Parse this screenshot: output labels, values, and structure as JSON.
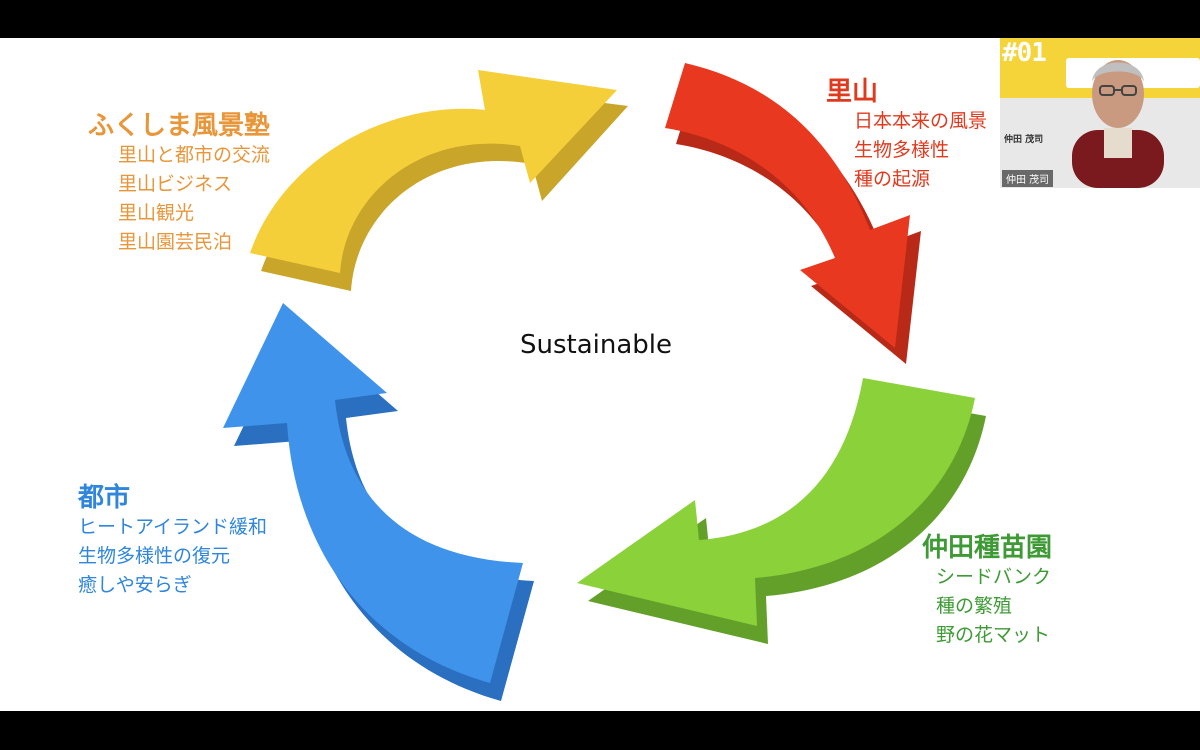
{
  "center_label": "Sustainable",
  "blocks": {
    "fukushima": {
      "title": "ふくしま風景塾",
      "items": [
        "里山と都市の交流",
        "里山ビジネス",
        "里山観光",
        "里山園芸民泊"
      ],
      "color": "#e8963a"
    },
    "satoyama": {
      "title": "里山",
      "items": [
        "日本本来の風景",
        "生物多様性",
        "種の起源"
      ],
      "color": "#e03a1e"
    },
    "nakata": {
      "title": "仲田種苗園",
      "items": [
        "シードバンク",
        "種の繁殖",
        "野の花マット"
      ],
      "color": "#3d9a35"
    },
    "toshi": {
      "title": "都市",
      "items": [
        "ヒートアイランド緩和",
        "生物多様性の復元",
        "癒しや安らぎ"
      ],
      "color": "#2f86db"
    }
  },
  "arrow_colors": {
    "yellow": "#f5cf3a",
    "red": "#e8381f",
    "green": "#8bd13a",
    "blue": "#3f93ea"
  },
  "webcam": {
    "badge": "#01",
    "presenter_name": "仲田 茂司",
    "nameplate": "仲田 茂司"
  }
}
